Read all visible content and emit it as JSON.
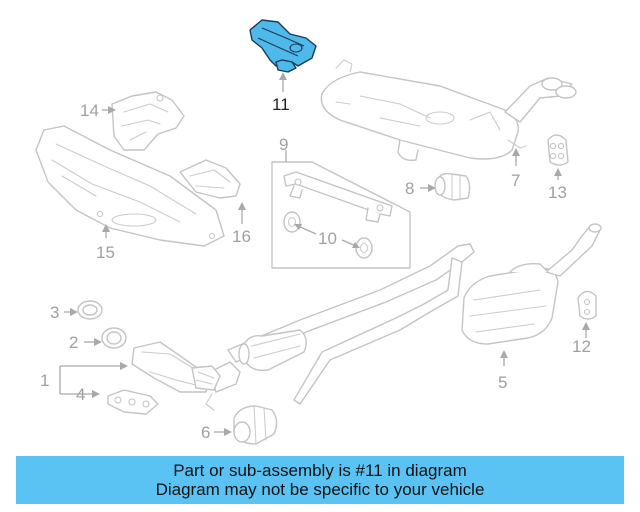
{
  "diagram": {
    "callouts": {
      "c1": "1",
      "c2": "2",
      "c3": "3",
      "c4": "4",
      "c5": "5",
      "c6": "6",
      "c7": "7",
      "c8": "8",
      "c9": "9",
      "c10": "10",
      "c11": "11",
      "c12": "12",
      "c13": "13",
      "c14": "14",
      "c15": "15",
      "c16": "16"
    },
    "highlighted_part": "11",
    "colors": {
      "highlight": "#4fb9ea",
      "banner": "#5bc3f4",
      "line_art": "#c4c4c4"
    }
  },
  "banner": {
    "line1": "Part or sub-assembly is #11 in diagram",
    "line2": "Diagram may not be specific to your vehicle"
  }
}
